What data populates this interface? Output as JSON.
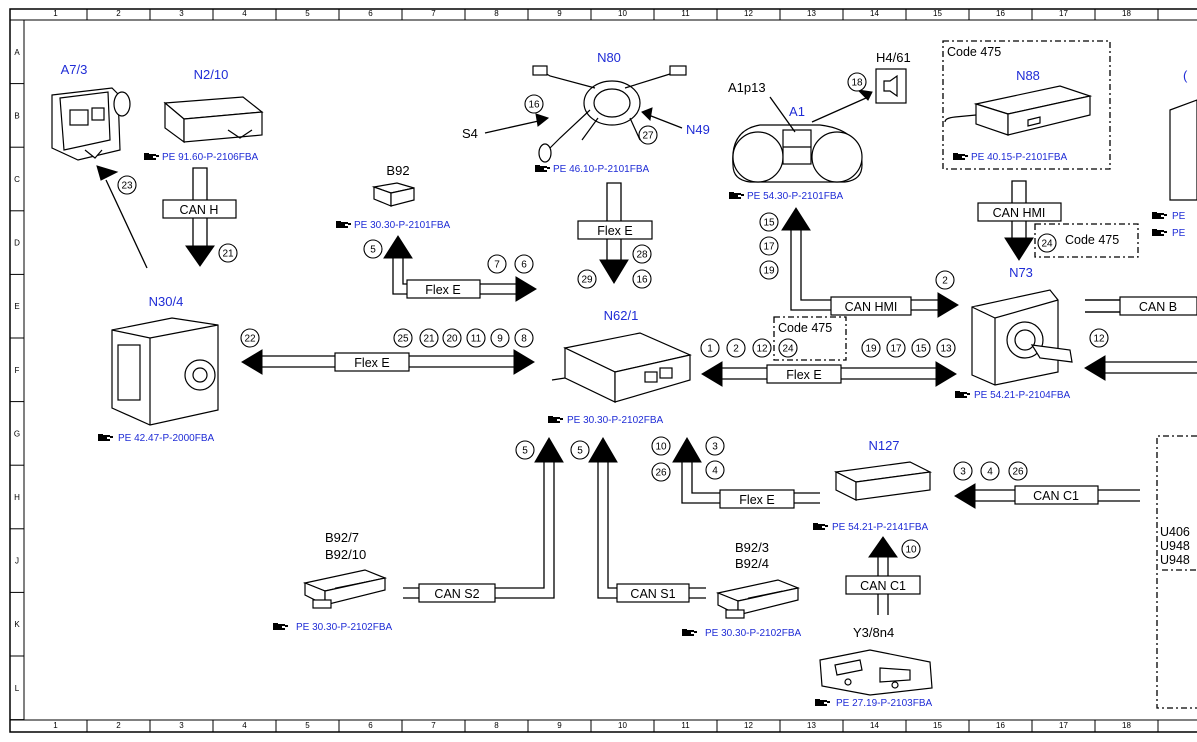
{
  "grid": {
    "cols": [
      "1",
      "2",
      "3",
      "4",
      "5",
      "6",
      "7",
      "8",
      "9",
      "10",
      "11",
      "12",
      "13",
      "14",
      "15",
      "16",
      "17",
      "18"
    ],
    "rows": [
      "A",
      "B",
      "C",
      "D",
      "E",
      "F",
      "G",
      "H",
      "J",
      "K",
      "L"
    ]
  },
  "components": {
    "a7_3": "A7/3",
    "n2_10": "N2/10",
    "n80": "N80",
    "h4_61": "H4/61",
    "a1p13": "A1p13",
    "a1": "A1",
    "n88": "N88",
    "b92": "B92",
    "n30_4": "N30/4",
    "n62_1": "N62/1",
    "n73": "N73",
    "n127": "N127",
    "b92_7": "B92/7",
    "b92_10": "B92/10",
    "b92_3": "B92/3",
    "b92_4": "B92/4",
    "y3_8n4": "Y3/8n4",
    "s4": "S4",
    "n49": "N49",
    "cut_paren": "(",
    "u406": "U406",
    "u948a": "U948",
    "u948b": "U948"
  },
  "refs": {
    "n2_10": "PE 91.60-P-2106FBA",
    "n80": "PE 46.10-P-2101FBA",
    "a1": "PE 54.30-P-2101FBA",
    "n88": "PE 40.15-P-2101FBA",
    "b92": "PE 30.30-P-2101FBA",
    "n30_4": "PE 42.47-P-2000FBA",
    "n62_1": "PE 30.30-P-2102FBA",
    "n73": "PE 54.21-P-2104FBA",
    "n127": "PE 54.21-P-2141FBA",
    "b92_7": "PE 30.30-P-2102FBA",
    "b92_3": "PE 30.30-P-2102FBA",
    "y3_8n4": "PE 27.19-P-2103FBA",
    "right1": "PE",
    "right2": "PE"
  },
  "buses": {
    "can_h": "CAN H",
    "flex_e_b92": "Flex E",
    "flex_e_n80": "Flex E",
    "can_hmi_a1": "CAN HMI",
    "can_hmi_n88": "CAN HMI",
    "can_b": "CAN B",
    "flex_e_n30": "Flex E",
    "flex_e_n73": "Flex E",
    "flex_e_lower": "Flex E",
    "can_c1_n127": "CAN C1",
    "can_c1_y3": "CAN C1",
    "can_s2": "CAN S2",
    "can_s1": "CAN S1"
  },
  "codes": {
    "n88": "Code 475",
    "n73": "Code 475",
    "mid": "Code 475"
  },
  "signals": {
    "s23": "23",
    "s21": "21",
    "s16_n80": "16",
    "s27": "27",
    "s18": "18",
    "s5_b92": "5",
    "s7": "7",
    "s6": "6",
    "s29": "29",
    "s28": "28",
    "s16_b": "16",
    "s15": "15",
    "s17": "17",
    "s19": "19",
    "s2_hmi": "2",
    "s24_n73": "24",
    "s12_canb": "12",
    "s22": "22",
    "s25": "25",
    "s21b": "21",
    "s20": "20",
    "s11": "11",
    "s9": "9",
    "s8": "8",
    "s1": "1",
    "s2": "2",
    "s12": "12",
    "s24": "24",
    "s19b": "19",
    "s17b": "17",
    "s15b": "15",
    "s13": "13",
    "s5_s2": "5",
    "s5_s1": "5",
    "s10": "10",
    "s26": "26",
    "s3": "3",
    "s4": "4",
    "s3c": "3",
    "s4c": "4",
    "s26c": "26",
    "s10y": "10"
  }
}
